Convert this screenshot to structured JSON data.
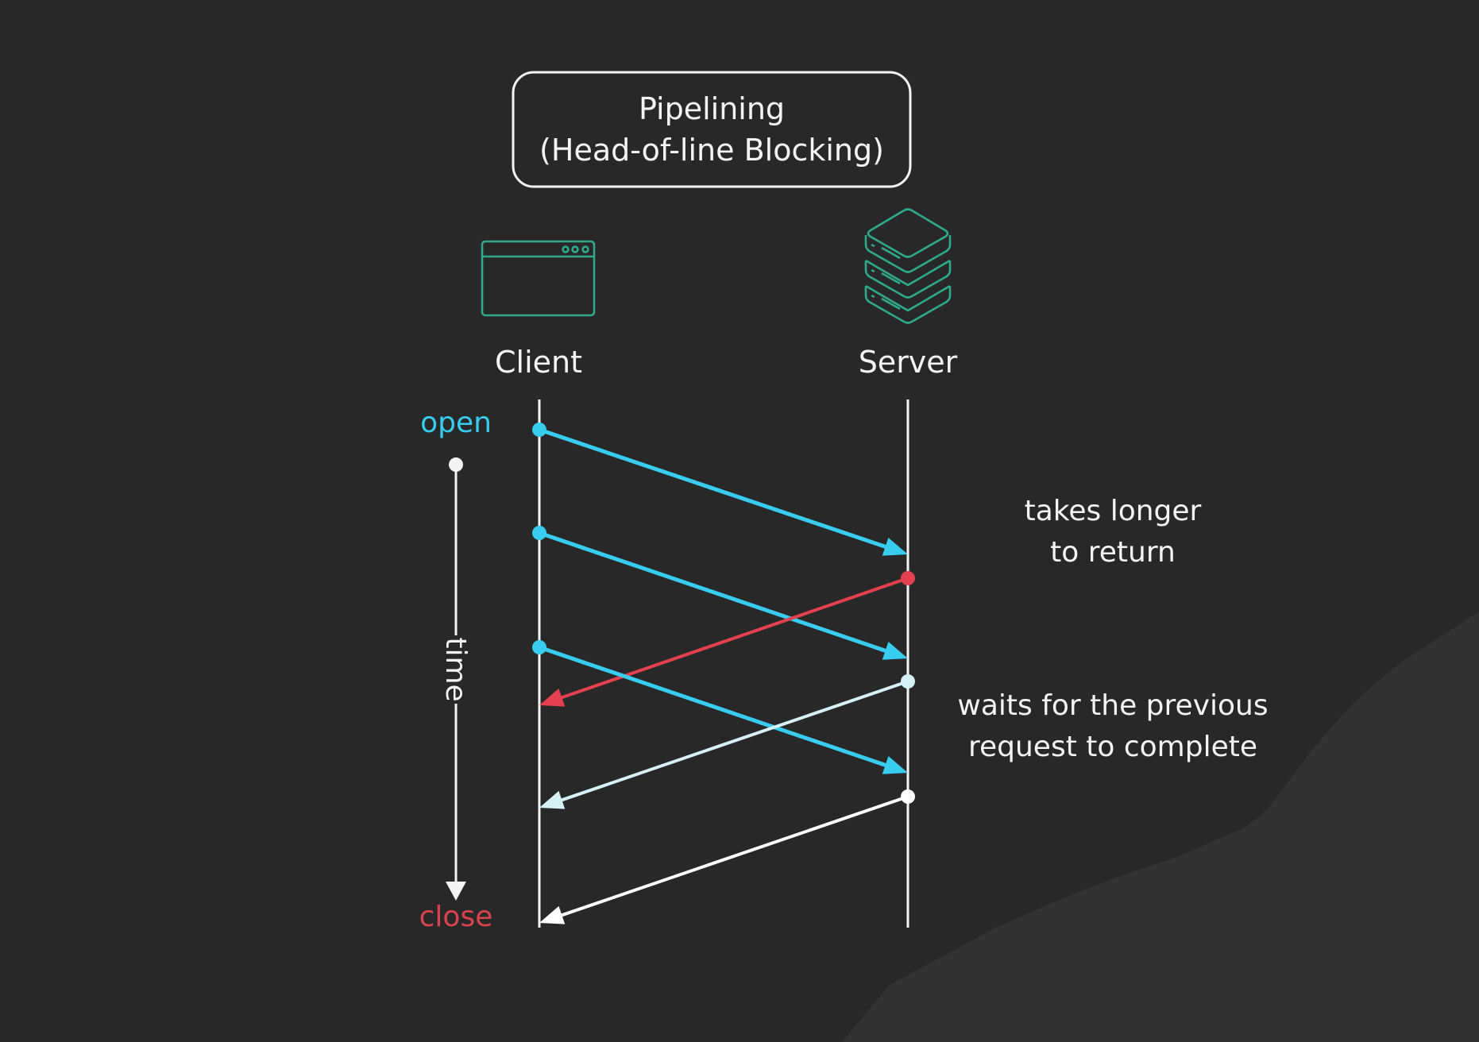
{
  "title": {
    "line1": "Pipelining",
    "line2": "(Head-of-line Blocking)"
  },
  "actors": {
    "client": {
      "label": "Client",
      "icon": "browser-window-icon"
    },
    "server": {
      "label": "Server",
      "icon": "server-stack-icon"
    }
  },
  "timeline": {
    "start_label": "open",
    "end_label": "close",
    "axis_label": "time"
  },
  "annotations": {
    "slow_response": {
      "line1": "takes longer",
      "line2": "to return"
    },
    "blocked": {
      "line1": "waits for the previous",
      "line2": "request to complete"
    }
  },
  "colors": {
    "background": "#282828",
    "background_accent": "#323232",
    "foreground": "#f4f4f4",
    "request": "#38cdef",
    "slow_response": "#e5404f",
    "response": "#d6f1f5",
    "last_response": "#ffffff",
    "icon": "#2fa98a",
    "open_label": "#38cdef",
    "close_label": "#d9434f"
  },
  "messages": [
    {
      "id": "request-1",
      "direction": "client-to-server",
      "kind": "request",
      "order": 1
    },
    {
      "id": "request-2",
      "direction": "client-to-server",
      "kind": "request",
      "order": 2
    },
    {
      "id": "response-1",
      "direction": "server-to-client",
      "kind": "slow_response",
      "order": 3
    },
    {
      "id": "request-3",
      "direction": "client-to-server",
      "kind": "request",
      "order": 4
    },
    {
      "id": "response-2",
      "direction": "server-to-client",
      "kind": "response",
      "order": 5
    },
    {
      "id": "response-3",
      "direction": "server-to-client",
      "kind": "last_response",
      "order": 6
    }
  ]
}
